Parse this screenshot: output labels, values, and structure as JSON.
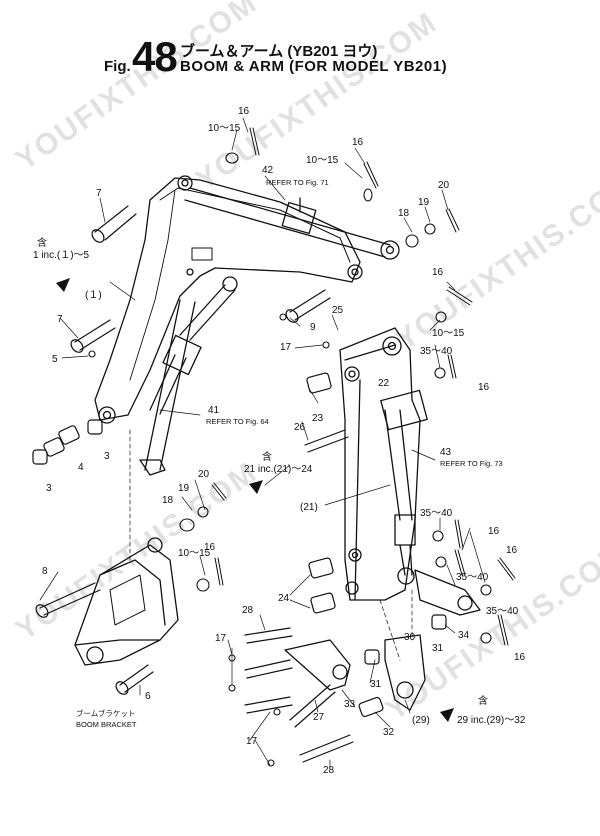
{
  "header": {
    "fig_prefix": "Fig.",
    "fig_number": "48",
    "title_jp": "ブーム＆アーム (YB201 ヨウ)",
    "title_en": "BOOM & ARM (FOR MODEL YB201)"
  },
  "watermark": "YOUFIXTHIS.COM",
  "labels": {
    "l16a": "16",
    "l1015a": "10～15",
    "l16b": "16",
    "l1015b": "10～15",
    "l42": "42",
    "ref71": "REFER TO Fig. 71",
    "l20a": "20",
    "l19a": "19",
    "l18a": "18",
    "l7a": "7",
    "inc_kanji": "含",
    "inc1": "1 inc.(１)～5",
    "l1": "(１)",
    "l16c": "16",
    "l7b": "7",
    "l9": "9",
    "l25": "25",
    "l1015c": "10～15",
    "l17a": "17",
    "l3540a": "35～40",
    "l16d": "16",
    "l5": "5",
    "l22": "22",
    "l23": "23",
    "l26": "26",
    "l41": "41",
    "ref64": "REFER TO Fig. 64",
    "l3a": "3",
    "l4": "4",
    "l3b": "3",
    "inc_kanji2": "含",
    "inc21": "21 inc.(21)～24",
    "l43": "43",
    "ref73": "REFER TO Fig. 73",
    "l20b": "20",
    "l19b": "19",
    "l18b": "18",
    "l21": "(21)",
    "l3540b": "35～40",
    "l16e": "16",
    "l16f": "16",
    "l1015d": "10～15",
    "l16g": "16",
    "l8": "8",
    "l3540c": "35～40",
    "l24": "24",
    "l3540d": "35～40",
    "l28a": "28",
    "l34": "34",
    "l16h": "16",
    "l17b": "17",
    "l30": "30",
    "l31a": "31",
    "l6": "6",
    "l33": "33",
    "l31b": "31",
    "l27": "27",
    "l29": "(29)",
    "inc_kanji3": "含",
    "inc29": "29 inc.(29)～32",
    "l17c": "17",
    "l32": "32",
    "l28b": "28",
    "bracket_jp": "ブームブラケット",
    "bracket_en": "BOOM BRACKET"
  }
}
